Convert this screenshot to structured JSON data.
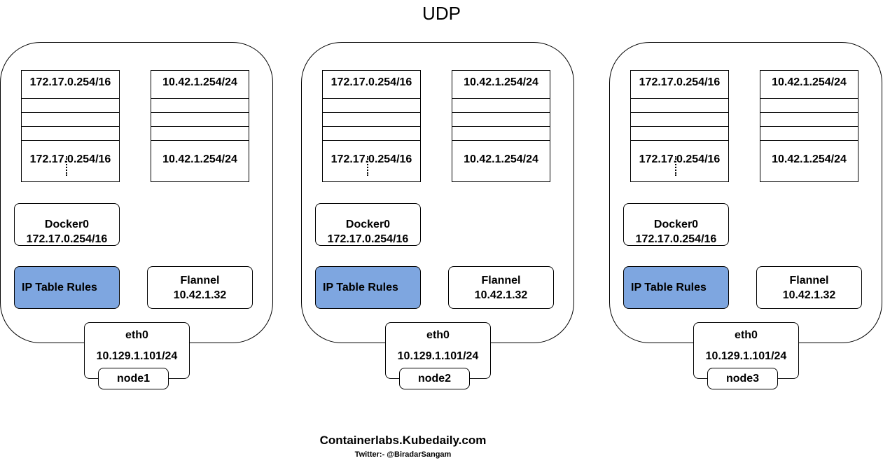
{
  "title": "UDP",
  "nodes": [
    {
      "bridge_table": {
        "top": "172.17.0.254/16",
        "bottom": "172.17.0.254/16"
      },
      "flannel_table": {
        "top": "10.42.1.254/24",
        "bottom": "10.42.1.254/24"
      },
      "docker": {
        "name": "Docker0",
        "ip": "172.17.0.254/16"
      },
      "iptables": "IP Table Rules",
      "flannel": {
        "name": "Flannel",
        "ip": "10.42.1.32"
      },
      "eth": {
        "name": "eth0",
        "ip": "10.129.1.101/24"
      },
      "label": "node1"
    },
    {
      "bridge_table": {
        "top": "172.17.0.254/16",
        "bottom": "172.17.0.254/16"
      },
      "flannel_table": {
        "top": "10.42.1.254/24",
        "bottom": "10.42.1.254/24"
      },
      "docker": {
        "name": "Docker0",
        "ip": "172.17.0.254/16"
      },
      "iptables": "IP Table Rules",
      "flannel": {
        "name": "Flannel",
        "ip": "10.42.1.32"
      },
      "eth": {
        "name": "eth0",
        "ip": "10.129.1.101/24"
      },
      "label": "node2"
    },
    {
      "bridge_table": {
        "top": "172.17.0.254/16",
        "bottom": "172.17.0.254/16"
      },
      "flannel_table": {
        "top": "10.42.1.254/24",
        "bottom": "10.42.1.254/24"
      },
      "docker": {
        "name": "Docker0",
        "ip": "172.17.0.254/16"
      },
      "iptables": "IP Table Rules",
      "flannel": {
        "name": "Flannel",
        "ip": "10.42.1.32"
      },
      "eth": {
        "name": "eth0",
        "ip": "10.129.1.101/24"
      },
      "label": "node3"
    }
  ],
  "footer": {
    "site": "Containerlabs.Kubedaily.com",
    "twitter": "Twitter:- @BiradarSangam"
  },
  "colors": {
    "iptables_fill": "#7ea6e0"
  }
}
